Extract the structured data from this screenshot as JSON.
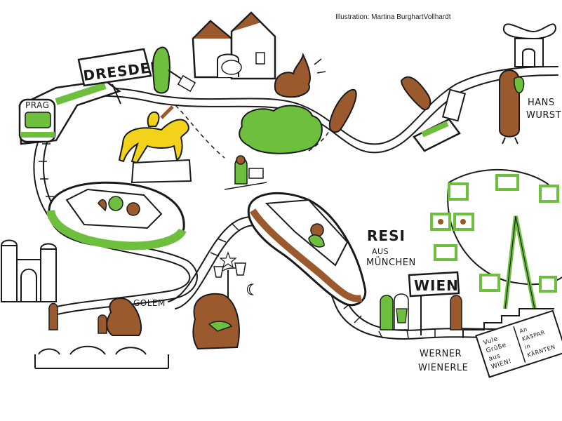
{
  "credit": "Illustration: Martina BurghartVollhardt",
  "signs": {
    "dresden": "DRESDEN",
    "prag": "PRAG",
    "wien": "WIEN"
  },
  "labels": {
    "hans": "HANS",
    "wurst": "WURST",
    "resi": "RESI",
    "aus": "AUS",
    "muenchen": "MÜNCHEN",
    "golem": "GOLEM",
    "werner": "WERNER",
    "wienerle": "WIENERLE"
  },
  "postcard": {
    "left_lines": [
      "Vule",
      "Grüße",
      "aus",
      "WIEN!"
    ],
    "right_lines": [
      "An",
      "KASPAR",
      "in",
      "KÄRNTEN"
    ]
  },
  "colors": {
    "green": "#6fbf3e",
    "brown": "#9b5a2e",
    "yellow": "#f2d21a",
    "ink": "#1a1a1a"
  }
}
